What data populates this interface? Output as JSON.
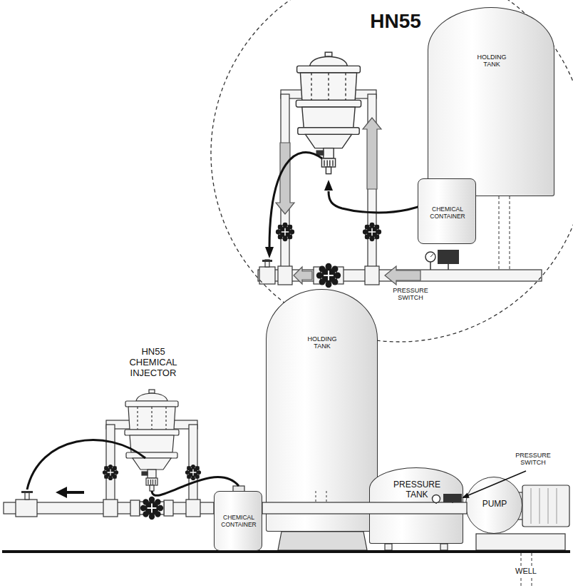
{
  "diagram": {
    "nodes": [
      {
        "text": [
          "HN55"
        ]
      },
      {
        "text": [
          "HOLDING TANK"
        ],
        "in": 0
      },
      {
        "text": [
          "CHEMICAL CONTAINER"
        ],
        "in": 0
      },
      {
        "text": [
          "HOLDING TANK"
        ]
      },
      {
        "text": [
          "CHEMICAL CONTAINER"
        ]
      },
      {
        "text": [
          "PRESSURE TANK"
        ]
      },
      {
        "text": [
          "PUMP"
        ]
      }
    ],
    "labels": [
      "PRESSURE SWITCH",
      "HN55 CHEMICAL INJECTOR",
      "PRESSURE SWITCH",
      "WELL"
    ]
  }
}
